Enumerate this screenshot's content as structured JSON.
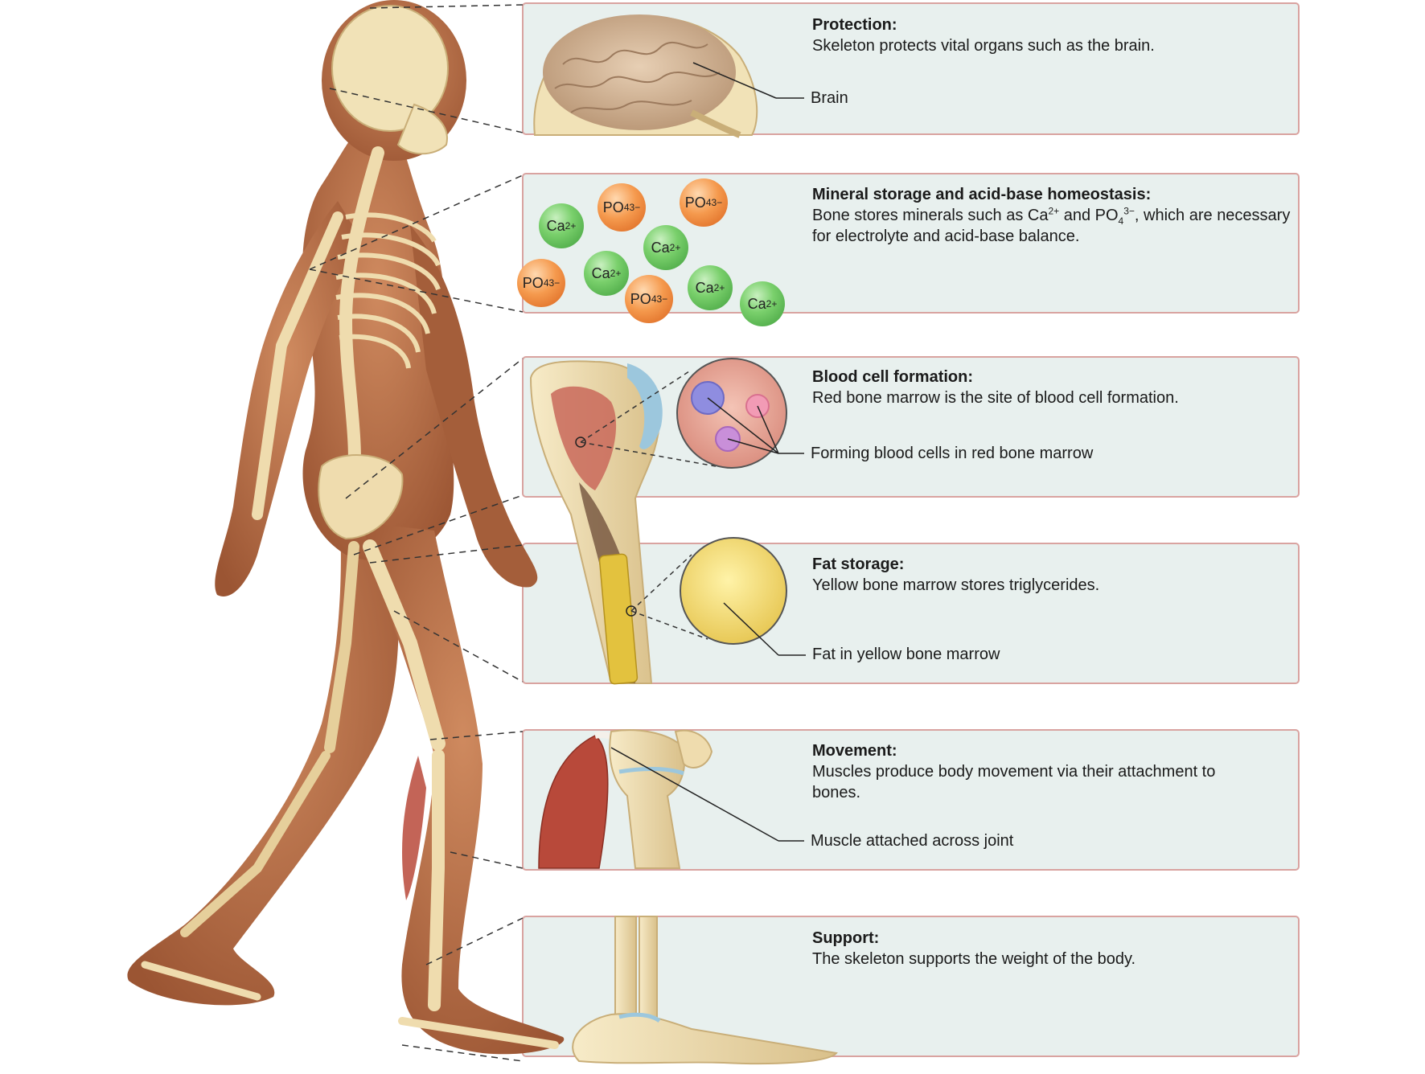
{
  "panels": [
    {
      "title": "Protection:",
      "description": "Skeleton protects vital organs such as the brain.",
      "callout": "Brain"
    },
    {
      "title": "Mineral storage and acid-base homeostasis:",
      "description_parts": [
        "Bone stores minerals such as Ca",
        "2+",
        " and PO",
        "4",
        "3−",
        ", which are necessary for electrolyte and acid-base balance."
      ]
    },
    {
      "title": "Blood cell formation:",
      "description": "Red bone marrow is the site of blood cell formation.",
      "callout": "Forming blood cells in red bone marrow"
    },
    {
      "title": "Fat storage:",
      "description": "Yellow bone marrow stores triglycerides.",
      "callout": "Fat in yellow bone marrow"
    },
    {
      "title": "Movement:",
      "description": "Muscles produce body movement via their attachment to bones.",
      "callout": "Muscle attached across joint"
    },
    {
      "title": "Support:",
      "description": "The skeleton supports the weight of the body."
    }
  ],
  "ions": {
    "ca": {
      "symbol": "Ca",
      "charge": "2+"
    },
    "po": {
      "symbol": "PO",
      "subscript": "4",
      "charge": "3−"
    }
  },
  "colors": {
    "panel_fill": "#e8f0ee",
    "panel_border": "#d9a3a0",
    "skin": "#b86f47",
    "bone": "#efdcae",
    "cartilage": "#9cc7dd",
    "muscle": "#b8493a",
    "calcium": "#5bbf52",
    "phosphate": "#ef8a3d"
  }
}
